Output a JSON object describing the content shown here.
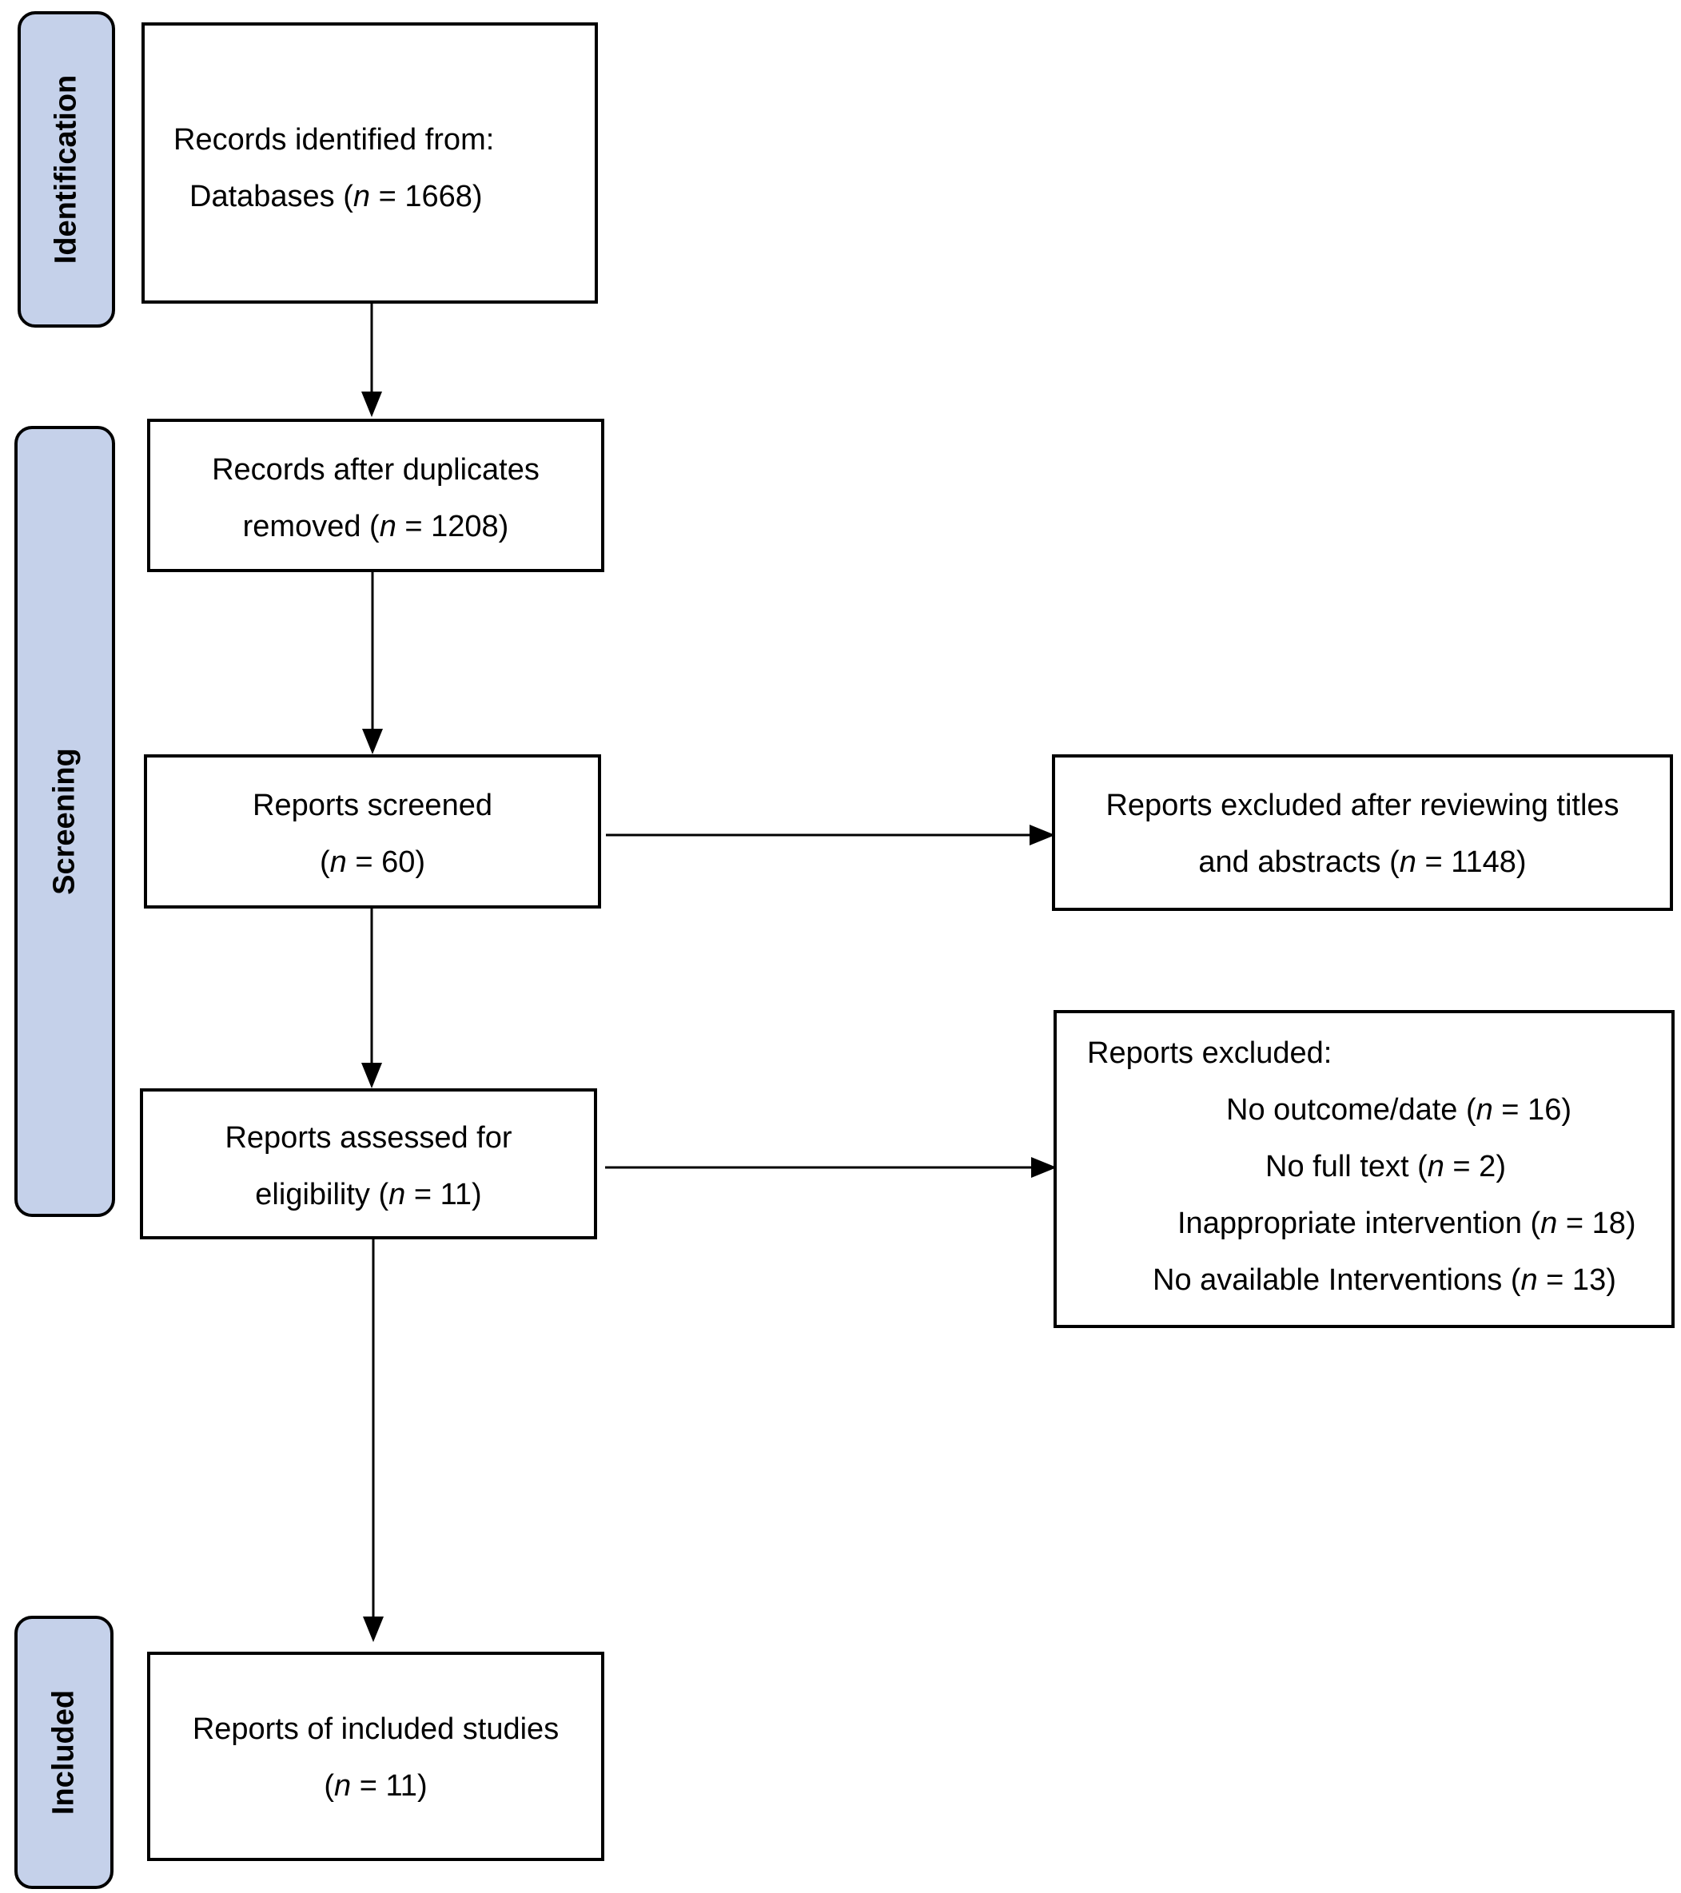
{
  "stages": {
    "identification": "Identification",
    "screening": "Screening",
    "included": "Included"
  },
  "boxes": {
    "records_identified": {
      "line1": "Records identified from:",
      "line2_pre": "Databases (",
      "n": "n",
      "line2_post": " = 1668)"
    },
    "after_duplicates": {
      "line1": "Records after duplicates",
      "line2_pre": "removed (",
      "n": "n",
      "line2_post": " = 1208)"
    },
    "screened": {
      "line1": "Reports screened",
      "line2_pre": "(",
      "n": "n",
      "line2_post": " = 60)"
    },
    "excluded_titles": {
      "line1": "Reports excluded after reviewing titles",
      "line2_pre": "and abstracts (",
      "n": "n",
      "line2_post": " = 1148)"
    },
    "assessed": {
      "line1": "Reports assessed for",
      "line2_pre": "eligibility (",
      "n": "n",
      "line2_post": " = 11)"
    },
    "excluded_reasons": {
      "heading": "Reports excluded:",
      "items": [
        {
          "pre": "No outcome/date (",
          "n": "n",
          "post": " = 16)"
        },
        {
          "pre": "No full text (",
          "n": "n",
          "post": " = 2)"
        },
        {
          "pre": "Inappropriate intervention (",
          "n": "n",
          "post": " = 18)"
        },
        {
          "pre": "No available Interventions (",
          "n": "n",
          "post": " = 13)"
        }
      ]
    },
    "included_studies": {
      "line1": "Reports of included studies",
      "line2_pre": "(",
      "n": "n",
      "line2_post": " = 11)"
    }
  },
  "colors": {
    "stage_fill": "#c5d1ea",
    "stroke": "#000000"
  }
}
